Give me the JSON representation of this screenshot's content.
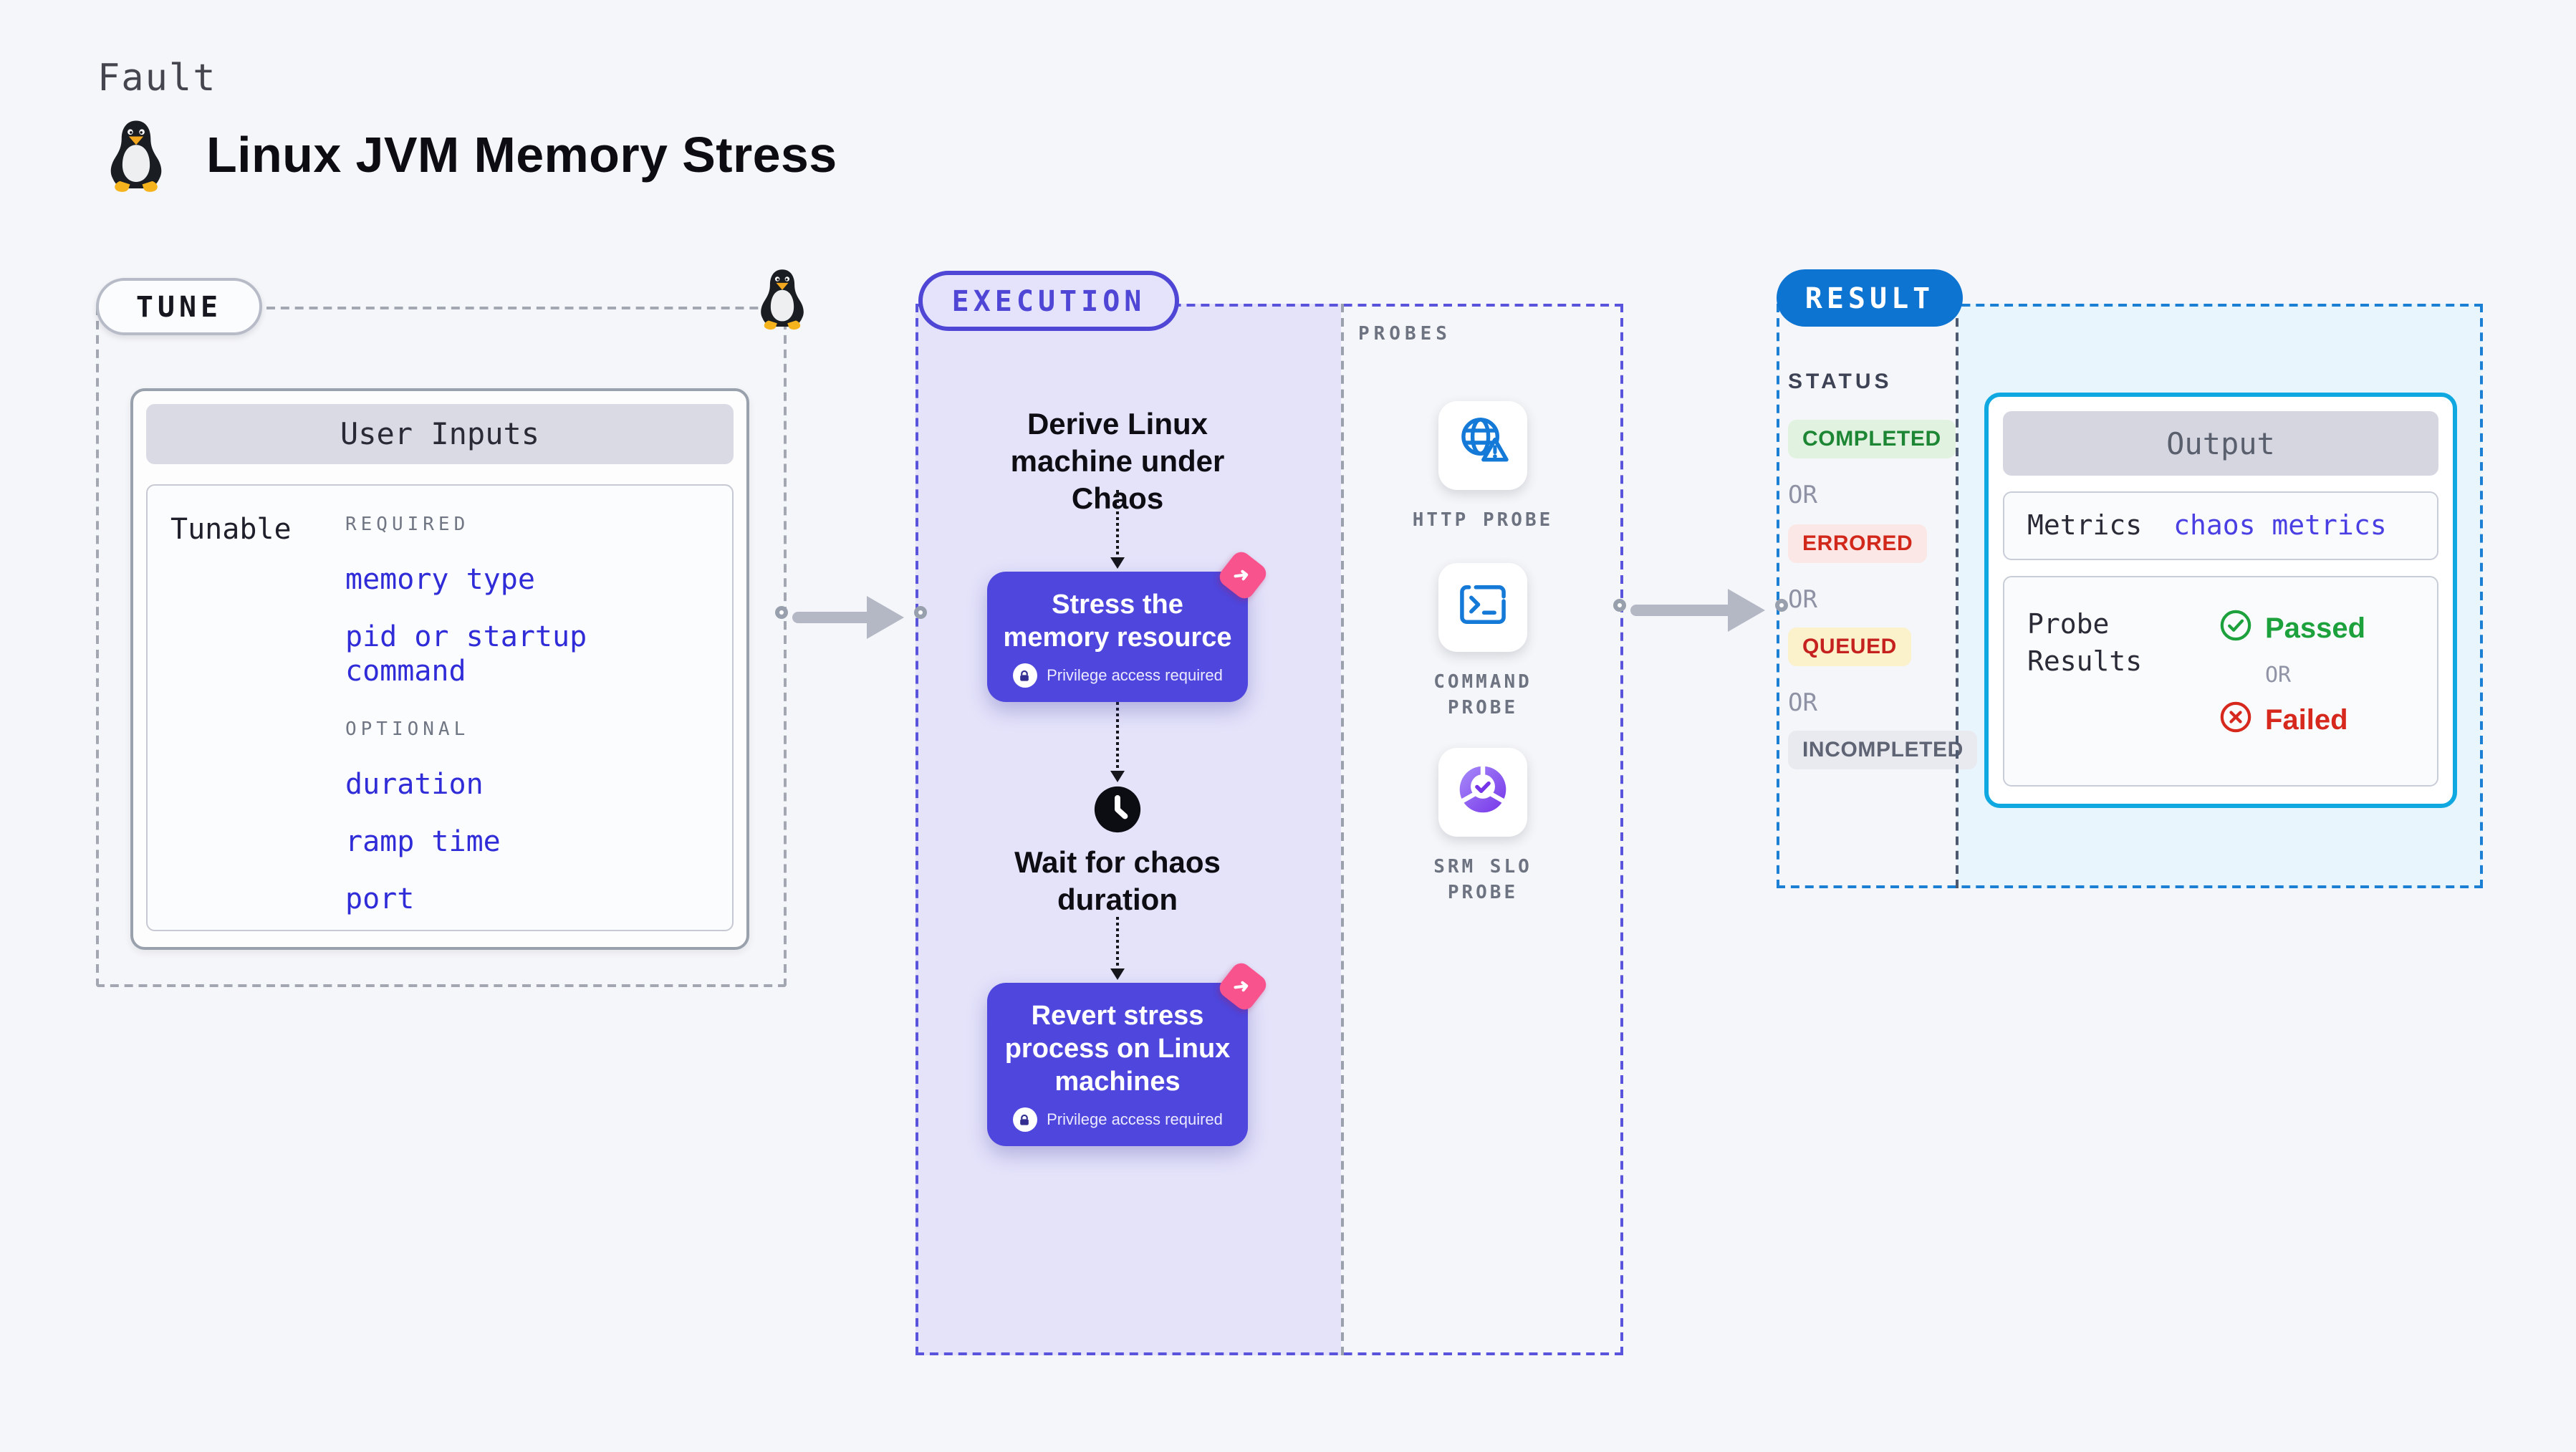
{
  "header": {
    "fault_label": "Fault",
    "title": "Linux JVM Memory Stress",
    "icon": "linux-penguin-icon"
  },
  "tune": {
    "pill": "TUNE",
    "user_inputs": {
      "header": "User Inputs",
      "row_label": "Tunable",
      "required_label": "REQUIRED",
      "required_items": [
        "memory type",
        "pid or startup command"
      ],
      "optional_label": "OPTIONAL",
      "optional_items": [
        "duration",
        "ramp time",
        "port"
      ]
    }
  },
  "execution": {
    "pill": "EXECUTION",
    "derive_step": "Derive Linux machine under Chaos",
    "stress_card": {
      "title": "Stress the memory resource",
      "privilege_note": "Privilege access required"
    },
    "wait_step": "Wait for chaos duration",
    "revert_card": {
      "title": "Revert stress process on Linux machines",
      "privilege_note": "Privilege access required"
    }
  },
  "probes": {
    "label": "PROBES",
    "items": [
      {
        "label": "HTTP PROBE",
        "icon": "globe-alert-icon"
      },
      {
        "label": "COMMAND PROBE",
        "icon": "terminal-icon"
      },
      {
        "label": "SRM SLO PROBE",
        "icon": "slo-donut-check-icon"
      }
    ]
  },
  "result": {
    "pill": "RESULT",
    "status_label": "STATUS",
    "or_label": "OR",
    "statuses": [
      {
        "text": "COMPLETED",
        "color": "#1d8634",
        "bg": "#e1f3e0"
      },
      {
        "text": "ERRORED",
        "color": "#d2281c",
        "bg": "#fbe7e5"
      },
      {
        "text": "QUEUED",
        "color": "#c5221f",
        "bg": "#fbf1cb"
      },
      {
        "text": "INCOMPLETED",
        "color": "#5f6474",
        "bg": "#e9eaf0"
      }
    ],
    "output": {
      "header": "Output",
      "metrics_label": "Metrics",
      "metrics_value": "chaos metrics",
      "probe_results_label": "Probe Results",
      "passed_label": "Passed",
      "or_label": "OR",
      "failed_label": "Failed"
    }
  },
  "colors": {
    "page_bg": "#f5f6f9",
    "execution_accent": "#4f46d6",
    "execution_fill": "#e4e3fa",
    "result_accent": "#0d74d1",
    "result_fill": "#e8f5fc",
    "output_border": "#10a8e0",
    "link_blue": "#2f2cd8",
    "card_indigo": "#4e46dd",
    "chaos_pink": "#f8538d",
    "probe_icon_blue": "#1479d7",
    "passed_green": "#1da13c",
    "failed_red": "#d6281c"
  }
}
